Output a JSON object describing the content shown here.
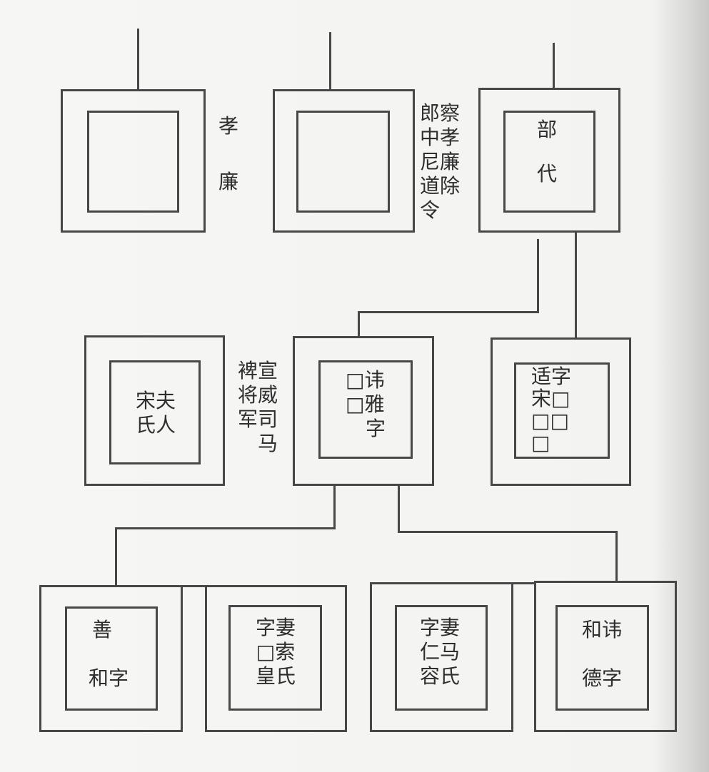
{
  "generation_1": {
    "left_label": [
      "孝",
      "廉"
    ],
    "middle_label": [
      "郎察",
      "中孝",
      "尼廉",
      "道除",
      "令"
    ],
    "right_box": [
      "部",
      "代"
    ]
  },
  "generation_2": {
    "wife_box": [
      "宋夫",
      "氏人"
    ],
    "official_label": [
      "裨宣",
      "将威",
      "军司",
      "　马"
    ],
    "center_box": [
      "□讳",
      "□雅",
      "　字"
    ],
    "right_box": [
      "适字",
      "宋□",
      "□□",
      "□"
    ]
  },
  "generation_3": {
    "box_1": [
      "善",
      "",
      "和字"
    ],
    "box_2": [
      "字妻",
      "□索",
      "皇氏"
    ],
    "box_3": [
      "字妻",
      "仁马",
      "容氏"
    ],
    "box_4": [
      "和讳",
      "",
      "德字"
    ]
  }
}
